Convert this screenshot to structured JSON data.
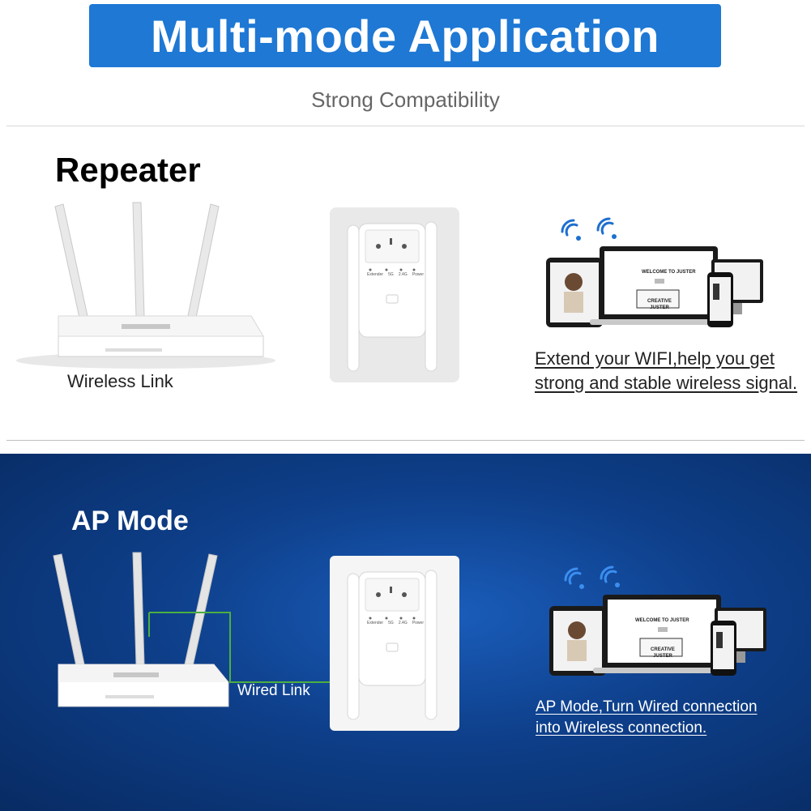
{
  "header": {
    "title": "Multi-mode Application",
    "subtitle": "Strong Compatibility"
  },
  "repeater": {
    "heading": "Repeater",
    "router_caption": "Wireless Link",
    "description_line1": "Extend your WIFI,help you get",
    "description_line2": "strong and stable wireless signal."
  },
  "ap_mode": {
    "heading": "AP Mode",
    "link_caption": "Wired Link",
    "description_line1": "AP Mode,Turn Wired connection",
    "description_line2": "into Wireless connection."
  },
  "extender_labels": [
    "Extender",
    "5G",
    "2.4G",
    "Power"
  ],
  "devices_screen": {
    "welcome": "WELCOME TO JUSTER",
    "brand": "CREATIVE JUSTER"
  },
  "colors": {
    "banner": "#1e78d4",
    "ap_background": "#0e3f8a",
    "wired_link": "#4caf3f",
    "wifi_icon": "#1e6fd0"
  }
}
